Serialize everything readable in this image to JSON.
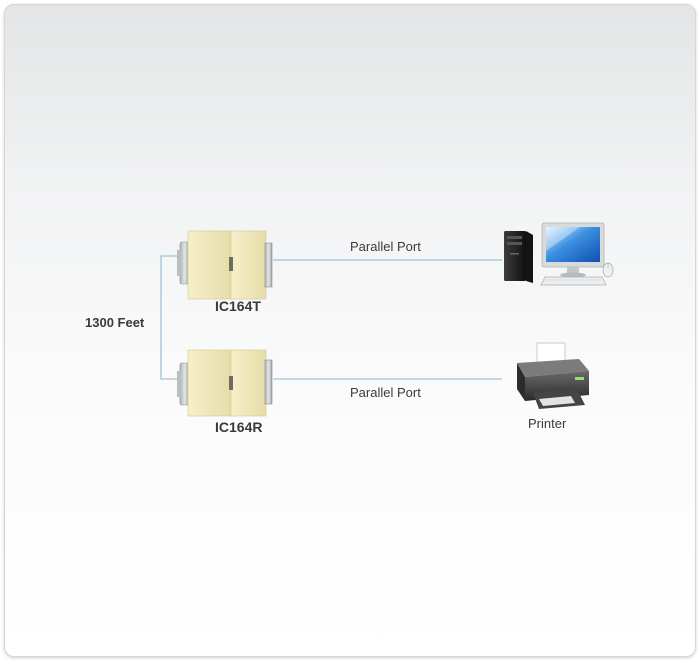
{
  "diagram": {
    "distance_label": "1300 Feet",
    "transmitter": {
      "label": "IC164T"
    },
    "receiver": {
      "label": "IC164R"
    },
    "top_link": {
      "label": "Parallel Port"
    },
    "bottom_link": {
      "label": "Parallel Port"
    },
    "computer": {
      "label": ""
    },
    "printer": {
      "label": "Printer"
    }
  },
  "colors": {
    "line": "#9ec4d8",
    "connector_body": "#f1e8bc",
    "connector_face": "#c8cccc",
    "text": "#3a3a3a"
  }
}
